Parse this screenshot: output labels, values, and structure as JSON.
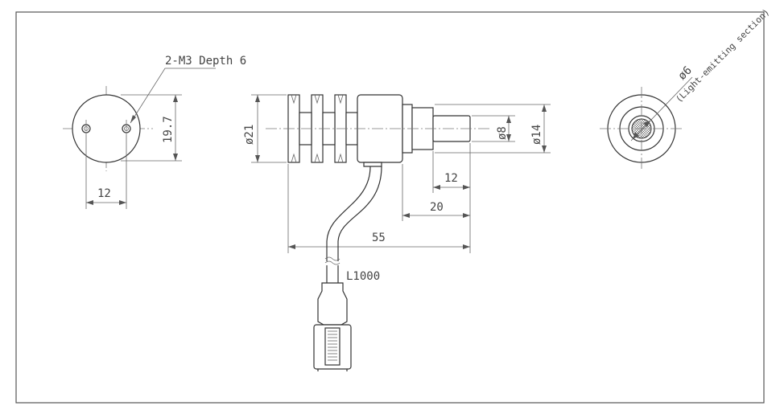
{
  "drawing": {
    "callouts": {
      "thread": "2-M3 Depth 6",
      "cable_length": "L1000",
      "emitter_diameter": "ø6",
      "emitter_note": "(Light-emitting section)"
    },
    "dimensions": {
      "end_width": "12",
      "end_height": "19.7",
      "body_diameter": "ø21",
      "tip_diameter": "ø8",
      "shoulder_diameter": "ø14",
      "tip_length": "12",
      "nose_length": "20",
      "overall_length": "55"
    }
  }
}
